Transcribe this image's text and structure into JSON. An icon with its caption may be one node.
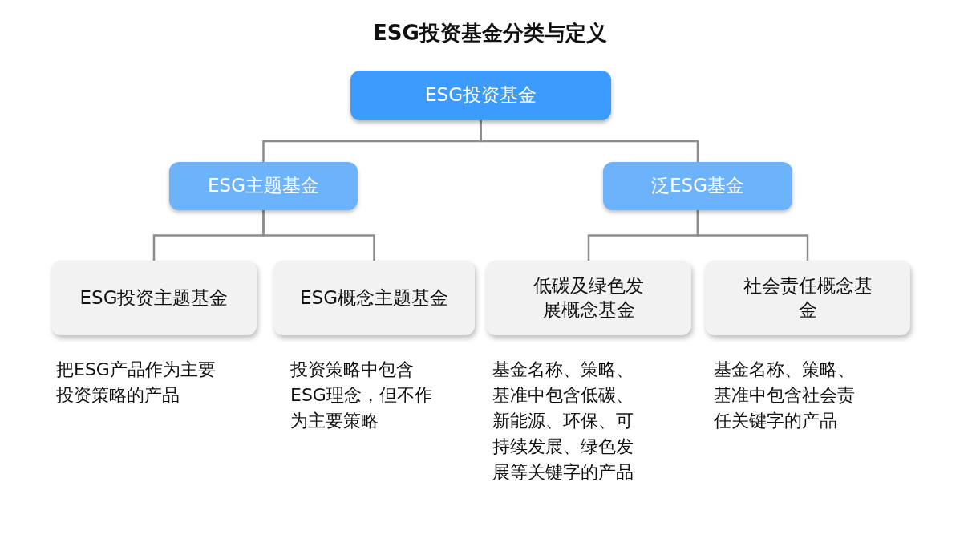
{
  "diagram": {
    "title": "ESG投资基金分类与定义",
    "nodes": [
      {
        "text": [
          "ESG投资基金"
        ]
      },
      {
        "text": [
          "ESG主题基金"
        ]
      },
      {
        "text": [
          "泛ESG基金"
        ]
      },
      {
        "text": [
          "ESG投资主题基金"
        ],
        "beside": [
          "把ESG产品作为主要投资策略的产品"
        ]
      },
      {
        "text": [
          "ESG概念主题基金"
        ],
        "beside": [
          "投资策略中包含ESG理念，但不作为主要策略"
        ]
      },
      {
        "text": [
          "低碳及绿色发展概念基金"
        ],
        "beside": [
          "基金名称、策略、基准中包含低碳、新能源、环保、可持续发展、绿色发展等关键字的产品"
        ]
      },
      {
        "text": [
          "社会责任概念基金"
        ],
        "beside": [
          "基金名称、策略、基准中包含社会责任关键字的产品"
        ]
      }
    ],
    "edges": [
      {
        "from": 0,
        "to": 1,
        "arrow": "none"
      },
      {
        "from": 0,
        "to": 2,
        "arrow": "none"
      },
      {
        "from": 1,
        "to": 3,
        "arrow": "none"
      },
      {
        "from": 1,
        "to": 4,
        "arrow": "none"
      },
      {
        "from": 2,
        "to": 5,
        "arrow": "none"
      },
      {
        "from": 2,
        "to": 6,
        "arrow": "none"
      }
    ]
  }
}
